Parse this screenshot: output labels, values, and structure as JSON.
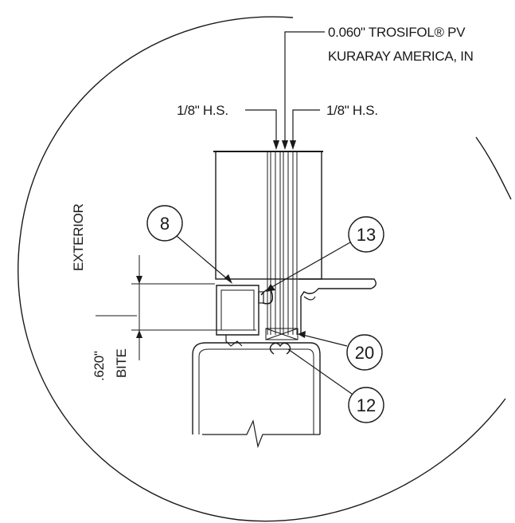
{
  "notes": {
    "interlayer_line1": "0.060\"  TROSIFOL® PV",
    "interlayer_line2": "KURARAY AMERICA, IN",
    "hs_left": "1/8\" H.S.",
    "hs_right": "1/8\" H.S.",
    "exterior": "EXTERIOR",
    "bite_value": ".620\"",
    "bite_label": "BITE"
  },
  "callouts": [
    {
      "id": "8"
    },
    {
      "id": "13"
    },
    {
      "id": "20"
    },
    {
      "id": "12"
    }
  ],
  "colors": {
    "ink": "#1a1a1a",
    "paper": "#ffffff"
  }
}
